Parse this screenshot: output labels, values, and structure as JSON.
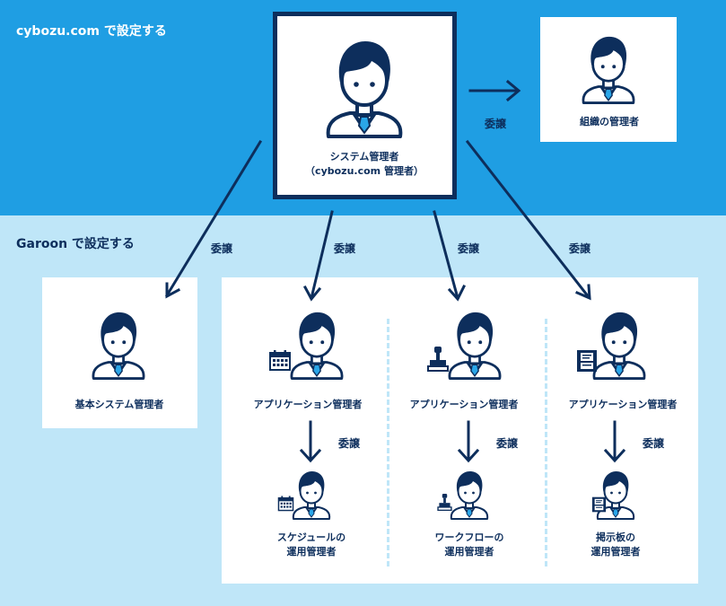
{
  "sections": {
    "top_label": "cybozu.com で設定する",
    "bottom_label": "Garoon で設定する"
  },
  "delegation_label": "委譲",
  "roles": {
    "system_admin_line1": "システム管理者",
    "system_admin_line2": "（cybozu.com 管理者）",
    "org_admin": "組織の管理者",
    "basic_system_admin": "基本システム管理者",
    "app_admin": "アプリケーション管理者",
    "schedule_op_line1": "スケジュールの",
    "schedule_op_line2": "運用管理者",
    "workflow_op_line1": "ワークフローの",
    "workflow_op_line2": "運用管理者",
    "bulletin_op_line1": "掲示板の",
    "bulletin_op_line2": "運用管理者"
  },
  "icons": {
    "person": "person-icon",
    "calendar": "calendar-icon",
    "stamp": "stamp-icon",
    "board": "bulletin-board-icon"
  },
  "colors": {
    "navy": "#0d2e5c",
    "blue_band": "#1f9ee3",
    "light_band": "#bfe6f8",
    "tie": "#2aa6e8",
    "white": "#ffffff"
  }
}
